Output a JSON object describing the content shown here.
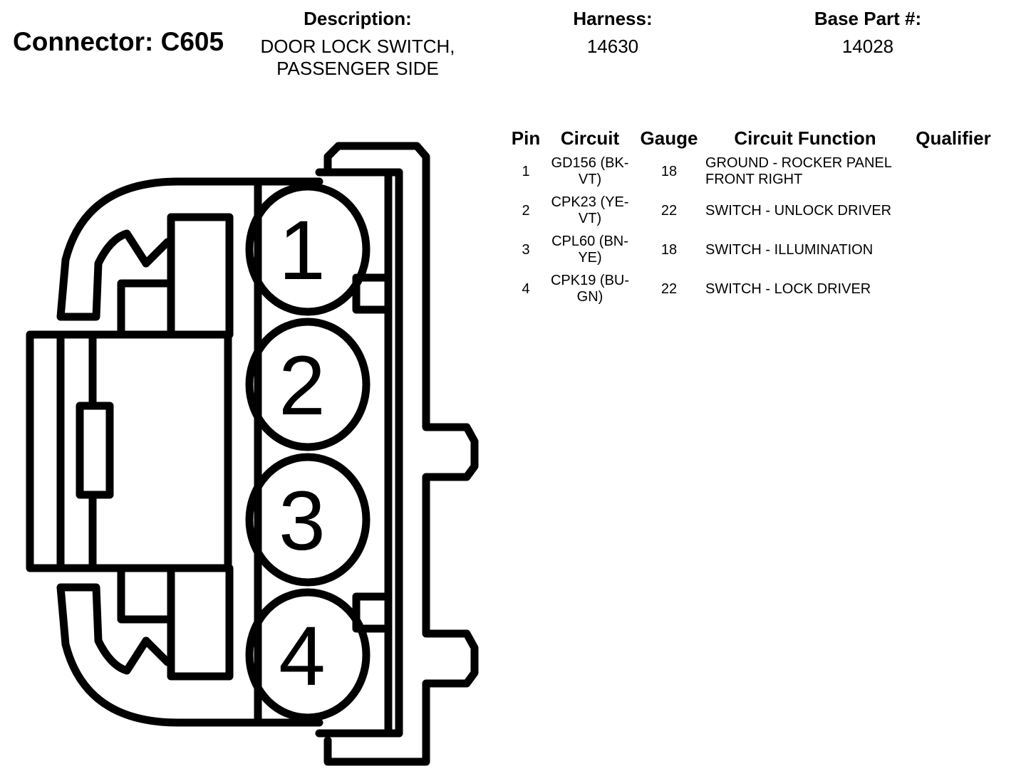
{
  "header": {
    "connector_title": "Connector: C605",
    "description_label": "Description:",
    "description_line1": "DOOR LOCK SWITCH,",
    "description_line2": "PASSENGER SIDE",
    "harness_label": "Harness:",
    "harness_value": "14630",
    "base_part_label": "Base Part #:",
    "base_part_value": "14028"
  },
  "table": {
    "headers": {
      "pin": "Pin",
      "circuit": "Circuit",
      "gauge": "Gauge",
      "function": "Circuit Function",
      "qualifier": "Qualifier"
    },
    "rows": [
      {
        "pin": "1",
        "circuit_line1": "GD156 (BK-",
        "circuit_line2": "VT)",
        "gauge": "18",
        "function_line1": "GROUND - ROCKER PANEL",
        "function_line2": "FRONT RIGHT",
        "qualifier": ""
      },
      {
        "pin": "2",
        "circuit_line1": "CPK23 (YE-",
        "circuit_line2": "VT)",
        "gauge": "22",
        "function_line1": "SWITCH - UNLOCK DRIVER",
        "function_line2": "",
        "qualifier": ""
      },
      {
        "pin": "3",
        "circuit_line1": "CPL60 (BN-",
        "circuit_line2": "YE)",
        "gauge": "18",
        "function_line1": "SWITCH - ILLUMINATION",
        "function_line2": "",
        "qualifier": ""
      },
      {
        "pin": "4",
        "circuit_line1": "CPK19 (BU-",
        "circuit_line2": "GN)",
        "gauge": "22",
        "function_line1": "SWITCH - LOCK DRIVER",
        "function_line2": "",
        "qualifier": ""
      }
    ]
  },
  "diagram": {
    "cavity_labels": [
      "1",
      "2",
      "3",
      "4"
    ]
  }
}
